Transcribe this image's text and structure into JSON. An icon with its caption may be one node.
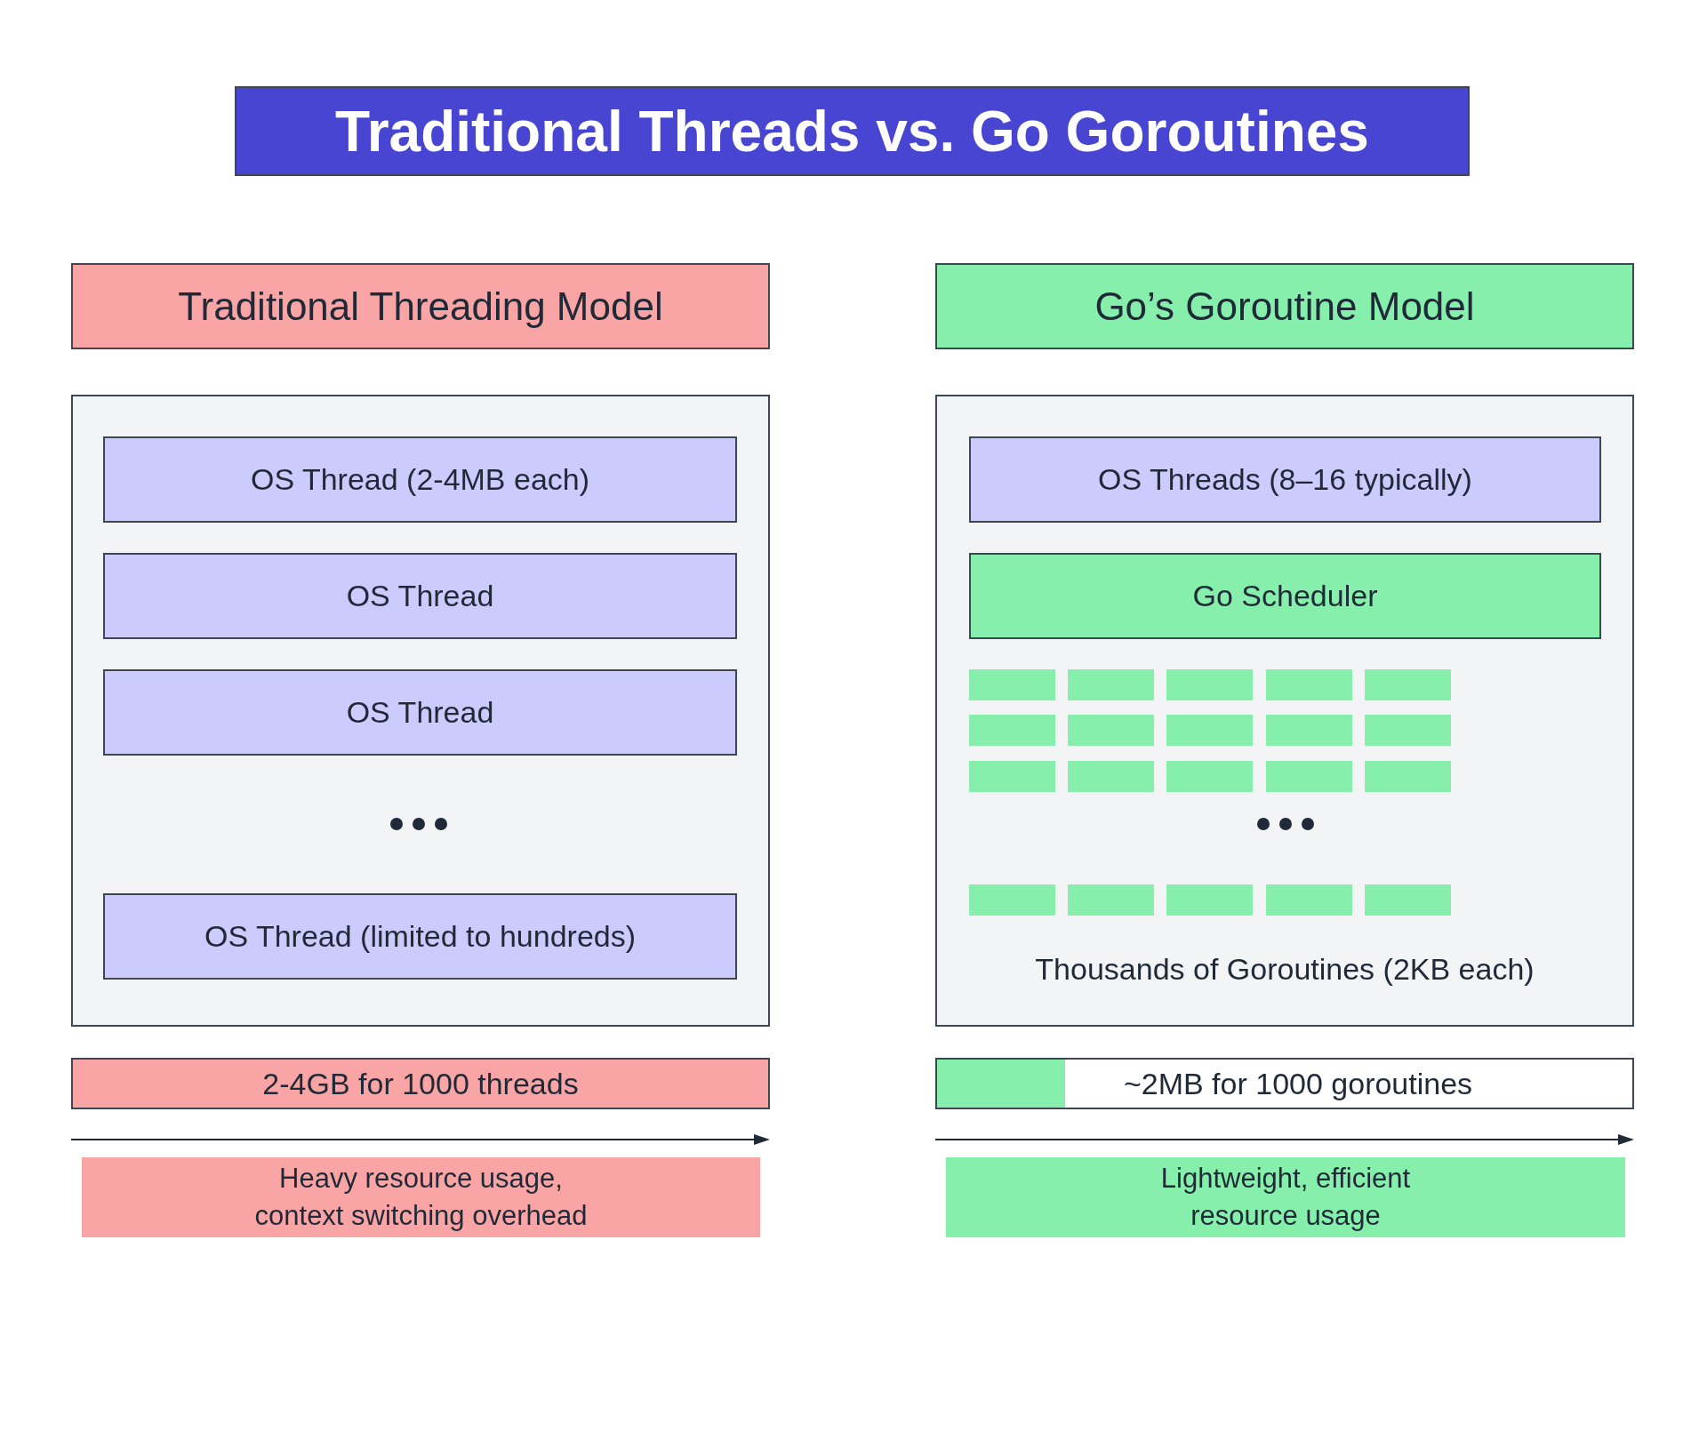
{
  "diagram": {
    "title": "Traditional Threads vs. Go Goroutines",
    "nodes": [
      {
        "text": [
          "Traditional Threading Model"
        ]
      },
      {
        "text": [
          "Go’s Goroutine Model"
        ]
      },
      {
        "text": [],
        "shape": "box"
      },
      {
        "text": [
          "OS Thread (2-4MB each)"
        ],
        "in": 2
      },
      {
        "text": [
          "OS Thread"
        ],
        "in": 2
      },
      {
        "text": [
          "OS Thread"
        ],
        "in": 2
      },
      {
        "text": [
          "OS Thread (limited to hundreds)"
        ],
        "in": 2
      },
      {
        "text": [],
        "shape": "box"
      },
      {
        "text": [
          "OS Threads (8–16 typically)"
        ],
        "in": 7
      },
      {
        "text": [
          "Go Scheduler"
        ],
        "in": 7
      },
      {
        "text": [],
        "shape": "box",
        "in": 7
      },
      {
        "text": [],
        "shape": "box",
        "in": 7
      },
      {
        "text": [],
        "shape": "box",
        "in": 7
      },
      {
        "text": [],
        "shape": "box",
        "in": 7
      },
      {
        "text": [],
        "shape": "box",
        "in": 7
      },
      {
        "text": [],
        "shape": "box",
        "in": 7
      },
      {
        "text": [],
        "shape": "box",
        "in": 7
      },
      {
        "text": [],
        "shape": "box",
        "in": 7
      },
      {
        "text": [],
        "shape": "box",
        "in": 7
      },
      {
        "text": [],
        "shape": "box",
        "in": 7
      },
      {
        "text": [],
        "shape": "box",
        "in": 7
      },
      {
        "text": [],
        "shape": "box",
        "in": 7
      },
      {
        "text": [],
        "shape": "box",
        "in": 7
      },
      {
        "text": [],
        "shape": "box",
        "in": 7
      },
      {
        "text": [],
        "shape": "box",
        "in": 7
      },
      {
        "text": [],
        "shape": "box",
        "in": 7
      },
      {
        "text": [],
        "shape": "box",
        "in": 7
      },
      {
        "text": [],
        "shape": "box",
        "in": 7
      },
      {
        "text": [],
        "shape": "box",
        "in": 7
      },
      {
        "text": [],
        "shape": "box",
        "in": 7
      },
      {
        "text": [
          "2-4GB for 1000 threads"
        ]
      },
      {
        "text": [
          "~2MB for 1000 goroutines"
        ]
      },
      {
        "text": [
          "Heavy resource usage, context switching overhead"
        ]
      },
      {
        "text": [
          "Lightweight, efficient resource usage"
        ]
      }
    ],
    "labels": [
      "Thousands of Goroutines (2KB each)"
    ]
  }
}
